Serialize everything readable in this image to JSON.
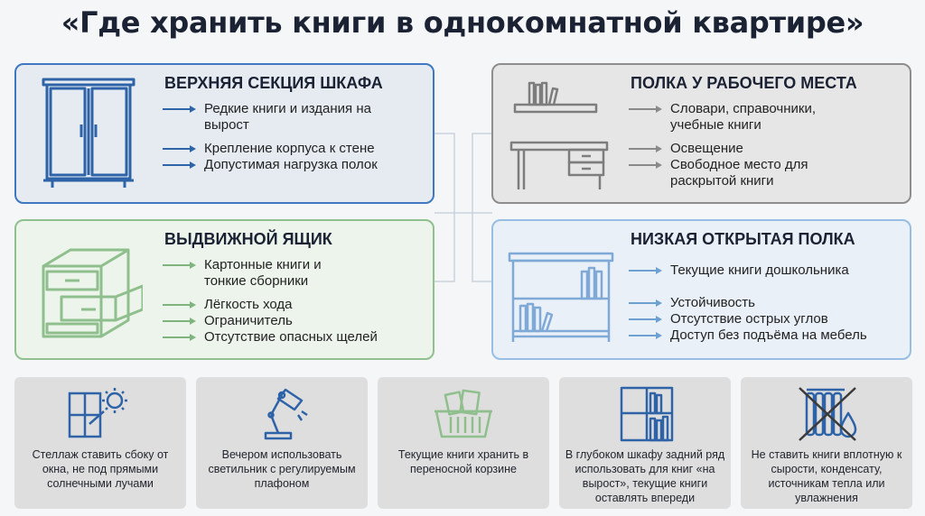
{
  "title": "«Где хранить книги в однокомнатной квартире»",
  "colors": {
    "cabinet": "#3f78c0",
    "drawer": "#8fc08d",
    "desk": "#8e8e8e",
    "low_shelf": "#98bfe3"
  },
  "panels": {
    "cabinet": {
      "title": "ВЕРХНЯЯ СЕКЦИЯ ШКАФА",
      "icon": "wardrobe-icon",
      "items": [
        "Редкие книги и издания на вырост",
        "Крепление корпуса к стене",
        "Допустимая нагрузка полок"
      ]
    },
    "drawer": {
      "title": "ВЫДВИЖНОЙ ЯЩИК",
      "icon": "chest-of-drawers-icon",
      "items": [
        "Картонные книги и тонкие сборники",
        "Лёгкость хода",
        "Ограничитель",
        "Отсутствие опасных щелей"
      ]
    },
    "desk": {
      "title": "ПОЛКА У РАБОЧЕГО МЕСТА",
      "icon": "desk-with-shelf-icon",
      "items": [
        "Словари, справочники, учебные книги",
        "Освещение",
        "Свободное место для раскрытой книги"
      ]
    },
    "low_shelf": {
      "title": "НИЗКАЯ ОТКРЫТАЯ ПОЛКА",
      "icon": "bookcase-icon",
      "items": [
        "Текущие книги дошкольника",
        "Устойчивость",
        "Отсутствие острых углов",
        "Доступ без подъёма на мебель"
      ]
    }
  },
  "tips": [
    {
      "icon": "window-sun-icon",
      "text": "Стеллаж ставить сбоку от окна, не под прямыми солнечными лучами"
    },
    {
      "icon": "desk-lamp-icon",
      "text": "Вечером использовать светильник с регулируемым плафоном"
    },
    {
      "icon": "basket-icon",
      "text": "Текущие книги хранить в переносной корзине"
    },
    {
      "icon": "deep-cabinet-icon",
      "text": "В глубоком шкафу задний ряд использовать для книг «на вырост», текущие книги оставлять впереди"
    },
    {
      "icon": "no-radiator-icon",
      "text": "Не ставить книги вплотную к сырости, конденсату, источникам тепла или увлажнения"
    }
  ]
}
